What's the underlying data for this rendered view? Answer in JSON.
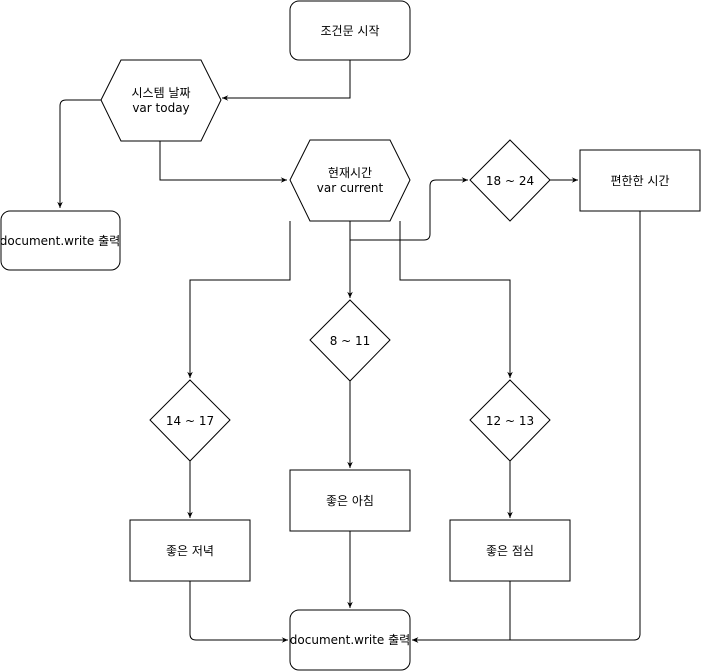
{
  "nodes": {
    "start": "조건문 시작",
    "system_date": [
      "시스템 날짜",
      "var today"
    ],
    "output_top": "document.write 출력",
    "current_time": [
      "현재시간",
      "var current"
    ],
    "range_18_24": "18 ~ 24",
    "comfortable_time": "편한한 시간",
    "range_8_11": "8 ~ 11",
    "range_14_17": "14 ~ 17",
    "range_12_13": "12 ~ 13",
    "good_morning": "좋은 아침",
    "good_evening": "좋은 저녁",
    "good_lunch": "좋은 점심",
    "output_bottom": "document.write 출력"
  },
  "colors": {
    "stroke": "#000000",
    "fill": "#ffffff",
    "background": "#ffffff"
  }
}
